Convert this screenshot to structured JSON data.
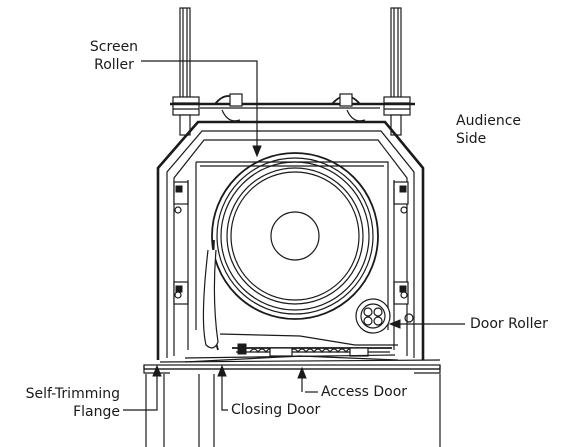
{
  "labels": {
    "screen_roller_line1": "Screen",
    "screen_roller_line2": "Roller",
    "audience_line1": "Audience",
    "audience_line2": "Side",
    "door_roller": "Door Roller",
    "self_trim_line1": "Self-Trimming",
    "self_trim_line2": "Flange",
    "access_door": "Access Door",
    "closing_door": "Closing Door"
  }
}
